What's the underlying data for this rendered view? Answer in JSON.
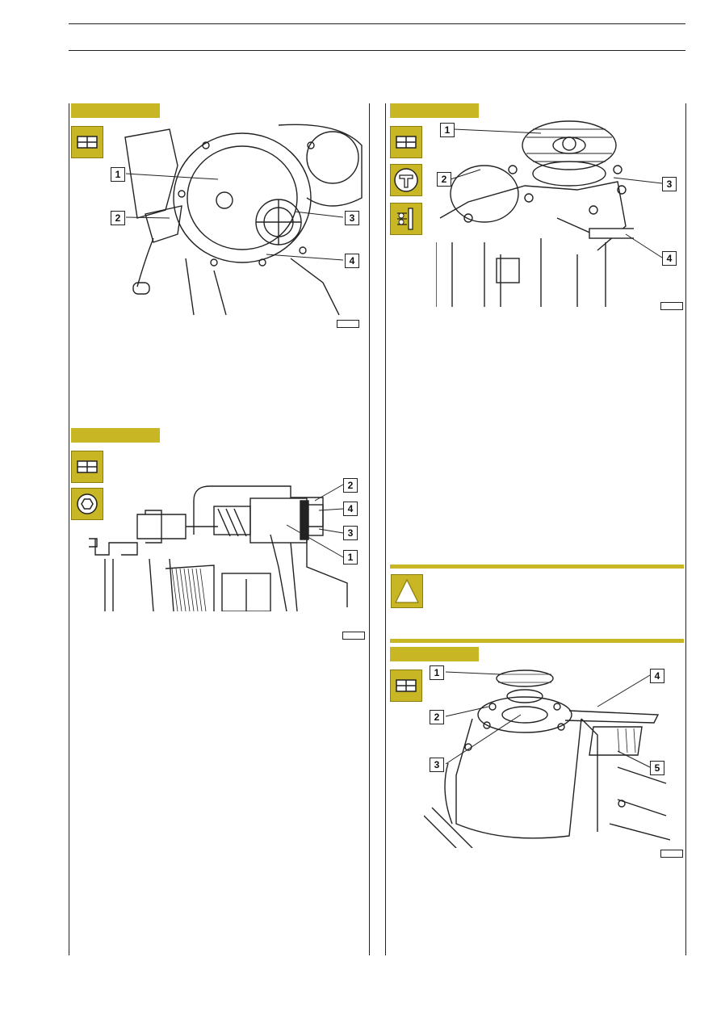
{
  "page": {
    "figures": [
      {
        "id": "fig-left-top",
        "callouts": [
          "1",
          "2",
          "3",
          "4"
        ]
      },
      {
        "id": "fig-left-bottom",
        "callouts": [
          "2",
          "4",
          "3",
          "1"
        ]
      },
      {
        "id": "fig-right-top",
        "callouts": [
          "1",
          "2",
          "3",
          "4"
        ]
      },
      {
        "id": "fig-right-bottom",
        "callouts": [
          "1",
          "4",
          "2",
          "3",
          "5"
        ]
      }
    ]
  },
  "icons": {
    "left_top": [
      "tool-sheet-icon"
    ],
    "left_bottom": [
      "tool-sheet-icon",
      "hex-socket-icon"
    ],
    "right_top": [
      "tool-sheet-icon",
      "caliper-icon",
      "press-fit-icon"
    ],
    "right_bottom": [
      "tool-sheet-icon"
    ],
    "warning": "warning-triangle-icon"
  },
  "colors": {
    "accent": "#c8b624",
    "line": "#222222",
    "background": "#ffffff"
  }
}
